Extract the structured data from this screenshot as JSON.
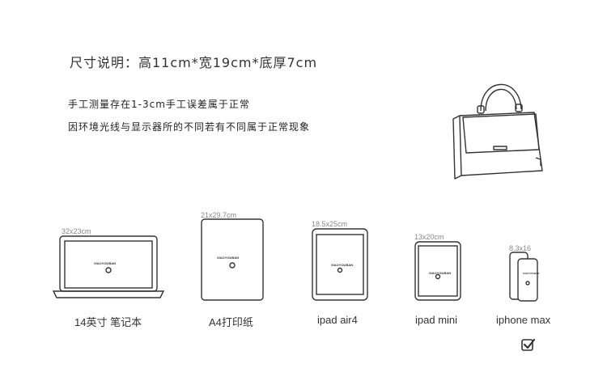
{
  "header": {
    "title": "尺寸说明：高11cm*宽19cm*底厚7cm"
  },
  "notes": [
    "手工测量存在1-3cm手工误差属于正常",
    "因环境光线与显示器所的不同若有不同属于正常现象"
  ],
  "devices": [
    {
      "label": "14英寸 笔记本",
      "dimension": "32x23cm",
      "screen_brand": "XIAOYOUBAN",
      "icon": "laptop-icon"
    },
    {
      "label": "A4打印纸",
      "dimension": "21x29.7cm",
      "screen_brand": "XIAOYOUBAN",
      "icon": "paper-icon"
    },
    {
      "label": "ipad air4",
      "dimension": "18.5x25cm",
      "screen_brand": "XIAOYOUBAN",
      "icon": "tablet-icon"
    },
    {
      "label": "ipad mini",
      "dimension": "13x20cm",
      "screen_brand": "XIAOYOUBAN",
      "icon": "tablet-icon"
    },
    {
      "label": "iphone max",
      "dimension": "8.3x16",
      "screen_brand": "XIAOYOUBAN",
      "icon": "phone-icon"
    }
  ],
  "selected_index": 4,
  "icons": {
    "bag": "handbag-icon",
    "check": "checkbox-checked-icon"
  },
  "colors": {
    "line": "#444444",
    "text": "#333333",
    "muted": "#888888"
  }
}
